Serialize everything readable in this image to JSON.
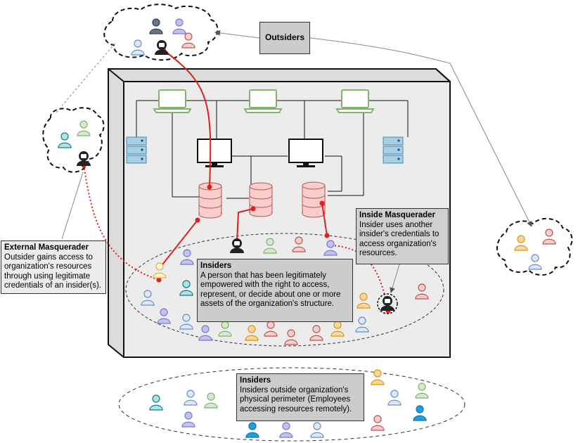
{
  "labels": {
    "outsiders": "Outsiders",
    "external_masquerader": {
      "title": "External Masquerader",
      "body": "Outsider gains access to organization's resources through using legitimate credentials of an insider(s)."
    },
    "inside_masquerader": {
      "title": "Inside Masquerader",
      "body": "Insider uses another insider's credentials to access organization's resources."
    },
    "insiders": {
      "title": "Insiders",
      "body": "A person that has been legitimately empowered with the right to access, represent, or decide about one or more assets of the organization's structure."
    },
    "remote_insiders": {
      "title": "Insiders",
      "body": "Insiders outside organization's physical perimeter (Employees accessing resources  remotely)."
    }
  },
  "colors": {
    "building_fill": "#ececec",
    "laptop": "#82b366",
    "server": "#a7d0e4",
    "database": "#f8cecc",
    "compromise_line": "#e01f1f",
    "person_blue": "#dae8fc",
    "person_green": "#d5e8d4",
    "person_red": "#f8cecc",
    "person_purple": "#c3c1f0",
    "person_orange": "#ffd4a8",
    "person_teal": "#b0e3e6",
    "person_yellow": "#fff2cc",
    "person_bright_blue": "#1ba1e2",
    "person_dark": "#647687"
  },
  "icons": [
    "laptop-icon",
    "monitor-icon",
    "database-icon",
    "server-icon",
    "person-icon",
    "masked-attacker-icon",
    "cloud-outline"
  ]
}
